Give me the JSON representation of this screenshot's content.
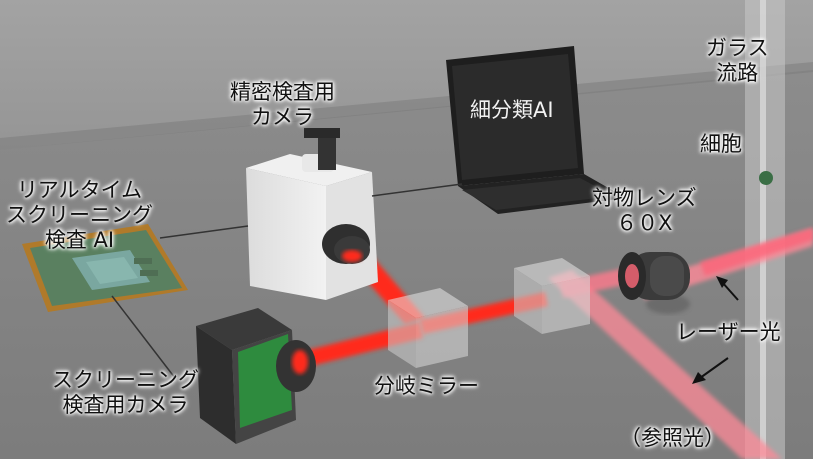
{
  "labels": {
    "glass_channel": "ガラス\n流路",
    "precision_camera": "精密検査用\nカメラ",
    "fine_ai": "細分類AI",
    "cell": "細胞",
    "realtime_ai": "リアルタイム\nスクリーニング\n検査 AI",
    "objective": "対物レンズ\n６０X",
    "laser": "レーザー光",
    "screening_camera": "スクリーニング\n検査用カメラ",
    "splitter": "分岐ミラー",
    "reference": "（参照光）"
  },
  "colors": {
    "background_wall": "#9c9c9c",
    "table_surface": "#868686",
    "laser_beam": "#ff2a1a",
    "reference_beam": "#ff8a98",
    "camera_green": "#2e8b3e",
    "cell": "#3a6e45"
  }
}
